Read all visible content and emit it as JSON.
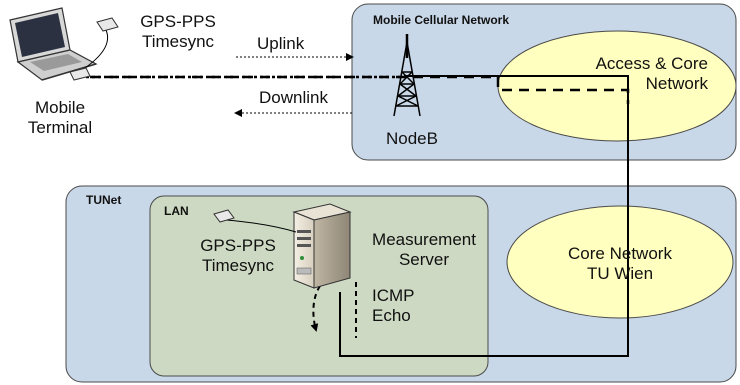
{
  "colors": {
    "region_fill": "#c9d8e8",
    "region_stroke": "#4a4a4a",
    "lan_fill": "#cdd9c2",
    "ellipse_fill": "#ffffbf",
    "line": "#000000"
  },
  "mobile_terminal": {
    "label_line1": "Mobile",
    "label_line2": "Terminal",
    "gps_line1": "GPS-PPS",
    "gps_line2": "Timesync"
  },
  "links": {
    "uplink": "Uplink",
    "downlink": "Downlink"
  },
  "mobile_network": {
    "title": "Mobile Cellular Network",
    "nodeb": "NodeB",
    "access_core_line1": "Access & Core",
    "access_core_line2": "Network"
  },
  "tunet": {
    "title": "TUNet",
    "core_line1": "Core Network",
    "core_line2": "TU Wien"
  },
  "lan": {
    "title": "LAN",
    "gps_line1": "GPS-PPS",
    "gps_line2": "Timesync",
    "server_line1": "Measurement",
    "server_line2": "Server",
    "icmp_line1": "ICMP",
    "icmp_line2": "Echo"
  }
}
